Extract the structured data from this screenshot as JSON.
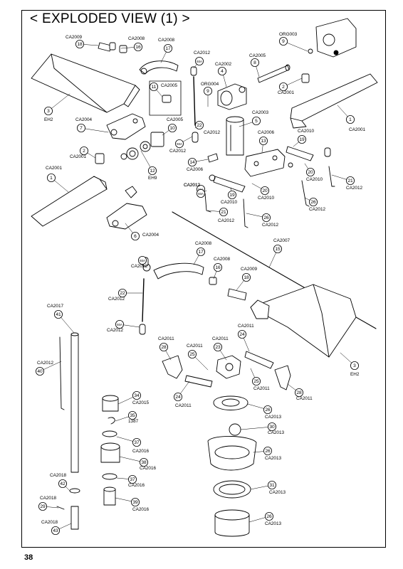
{
  "page": {
    "title": "< EXPLODED VIEW (1) >",
    "page_number": "38"
  },
  "callouts": [
    {
      "code": "CA2009",
      "num": "18"
    },
    {
      "code": "CA2008",
      "num": "16"
    },
    {
      "code": "CA2008",
      "num": "17"
    },
    {
      "code": "CA2012",
      "num": "93A"
    },
    {
      "code": "CA2002",
      "num": "4"
    },
    {
      "code": "ORG004",
      "num": "9"
    },
    {
      "code": "CA2005",
      "num": "8"
    },
    {
      "code": "ORG003",
      "num": "9"
    },
    {
      "code": "CA2001",
      "num": "2"
    },
    {
      "code": "CA2005",
      "num": "11"
    },
    {
      "code": "EH2",
      "num": "3"
    },
    {
      "code": "CA2004",
      "num": "7"
    },
    {
      "code": "CA2005",
      "num": "10"
    },
    {
      "code": "CA2003",
      "num": "5"
    },
    {
      "code": "CA2012",
      "num": "22"
    },
    {
      "code": "CA2001",
      "num": "1"
    },
    {
      "code": "CA2010",
      "num": "19"
    },
    {
      "code": "CA2006",
      "num": "13"
    },
    {
      "code": "CA2012",
      "num": "93A"
    },
    {
      "code": "CA2001",
      "num": "2"
    },
    {
      "code": "CA2006",
      "num": "14"
    },
    {
      "code": "CA2012",
      "num": "93A"
    },
    {
      "code": "EH9",
      "num": "12"
    },
    {
      "code": "CA2001",
      "num": "1"
    },
    {
      "code": "CA2010",
      "num": "20"
    },
    {
      "code": "CA2012",
      "num": "21"
    },
    {
      "code": "CA2012",
      "num": "93A"
    },
    {
      "code": "CA2010",
      "num": "19"
    },
    {
      "code": "CA2010",
      "num": "20"
    },
    {
      "code": "CA2012",
      "num": "26"
    },
    {
      "code": "CA2012",
      "num": "21"
    },
    {
      "code": "CA2012",
      "num": "26"
    },
    {
      "code": "CA2004",
      "num": "6"
    },
    {
      "code": "CA2007",
      "num": "15"
    },
    {
      "code": "CA2008",
      "num": "17"
    },
    {
      "code": "CA2012",
      "num": "93A"
    },
    {
      "code": "CA2008",
      "num": "16"
    },
    {
      "code": "CA2009",
      "num": "18"
    },
    {
      "code": "CA2012",
      "num": "22"
    },
    {
      "code": "CA2017",
      "num": "41"
    },
    {
      "code": "CA2012",
      "num": "93A"
    },
    {
      "code": "CA2011",
      "num": "28"
    },
    {
      "code": "CA2011",
      "num": "23"
    },
    {
      "code": "CA2011",
      "num": "24"
    },
    {
      "code": "CA2011",
      "num": "25"
    },
    {
      "code": "EH2",
      "num": "3"
    },
    {
      "code": "CA2012",
      "num": "40"
    },
    {
      "code": "CA2011",
      "num": "25"
    },
    {
      "code": "CA2011",
      "num": "24"
    },
    {
      "code": "CA2011",
      "num": "28"
    },
    {
      "code": "CA2015",
      "num": "34"
    },
    {
      "code": "CA2013",
      "num": "26"
    },
    {
      "code": "1387",
      "num": "35"
    },
    {
      "code": "CA2013",
      "num": "30"
    },
    {
      "code": "CA2016",
      "num": "37"
    },
    {
      "code": "CA2013",
      "num": "26"
    },
    {
      "code": "CA2016",
      "num": "38"
    },
    {
      "code": "CA2016",
      "num": "37"
    },
    {
      "code": "CA2018",
      "num": "42"
    },
    {
      "code": "CA2013",
      "num": "31"
    },
    {
      "code": "CA2018",
      "num": "29"
    },
    {
      "code": "CA2016",
      "num": "39"
    },
    {
      "code": "CA2018",
      "num": "43"
    },
    {
      "code": "CA2013",
      "num": "26"
    }
  ]
}
